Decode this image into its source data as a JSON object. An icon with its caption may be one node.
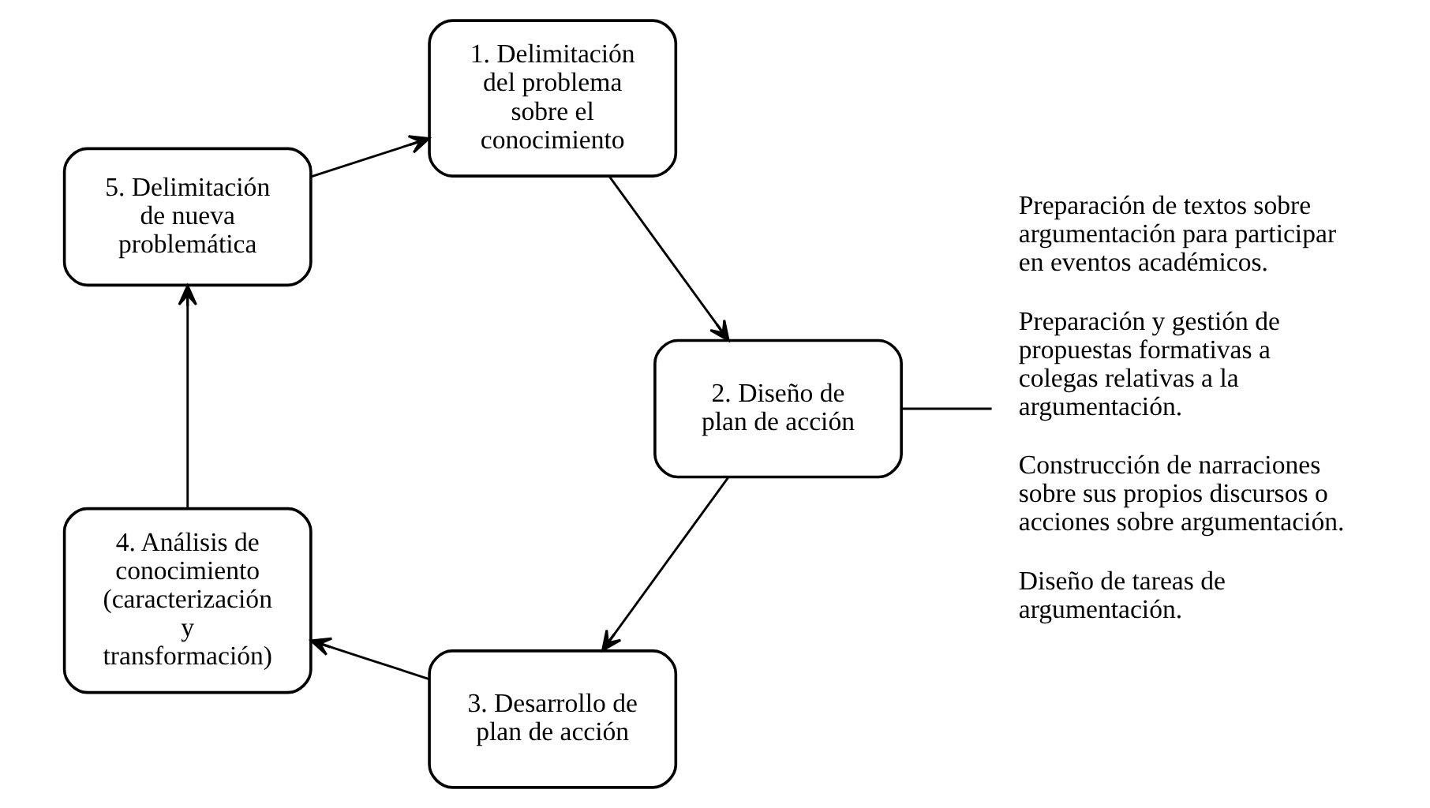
{
  "diagram": {
    "nodes": [
      {
        "text": [
          "1. Delimitación del problema sobre el conocimiento"
        ]
      },
      {
        "text": [
          "2. Diseño de plan de acción"
        ]
      },
      {
        "text": [
          "3. Desarrollo de plan de acción"
        ]
      },
      {
        "text": [
          "4. Análisis de conocimiento (caracterización y transformación)"
        ]
      },
      {
        "text": [
          "5. Delimitación de nueva problemática"
        ]
      },
      {
        "text": [
          "Preparación de textos sobre argumentación para participar en eventos académicos.",
          "Preparación y gestión de propuestas formativas a colegas relativas a la argumentación.",
          "Construcción de narraciones sobre sus propios discursos o acciones sobre argumentación.",
          "Diseño de tareas de argumentación."
        ]
      }
    ],
    "edges": [
      {
        "from": 0,
        "to": 1,
        "arrow": "to"
      },
      {
        "from": 1,
        "to": 2,
        "arrow": "to"
      },
      {
        "from": 2,
        "to": 3,
        "arrow": "to"
      },
      {
        "from": 3,
        "to": 4,
        "arrow": "to"
      },
      {
        "from": 4,
        "to": 0,
        "arrow": "to"
      },
      {
        "from": 1,
        "to": 5,
        "arrow": "none"
      }
    ]
  }
}
